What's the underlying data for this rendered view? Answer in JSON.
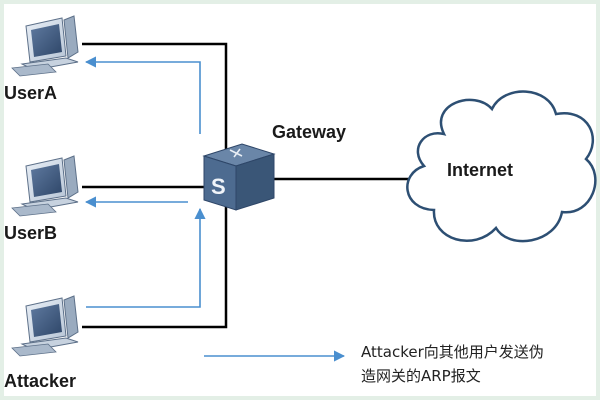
{
  "nodes": {
    "user_a": {
      "label": "UserA"
    },
    "user_b": {
      "label": "UserB"
    },
    "attacker": {
      "label": "Attacker"
    },
    "switch": {
      "label": "S",
      "caption": "Gateway"
    },
    "internet": {
      "label": "Internet"
    }
  },
  "legend": {
    "line1": "Attacker向其他用户发送伪",
    "line2": "造网关的ARP报文"
  },
  "colors": {
    "link": "#000000",
    "arrow": "#4a8fcf",
    "switch_top": "#6a86a8",
    "switch_front": "#4d6b90",
    "switch_side": "#3a5677",
    "cloud_stroke": "#2d4f73"
  }
}
